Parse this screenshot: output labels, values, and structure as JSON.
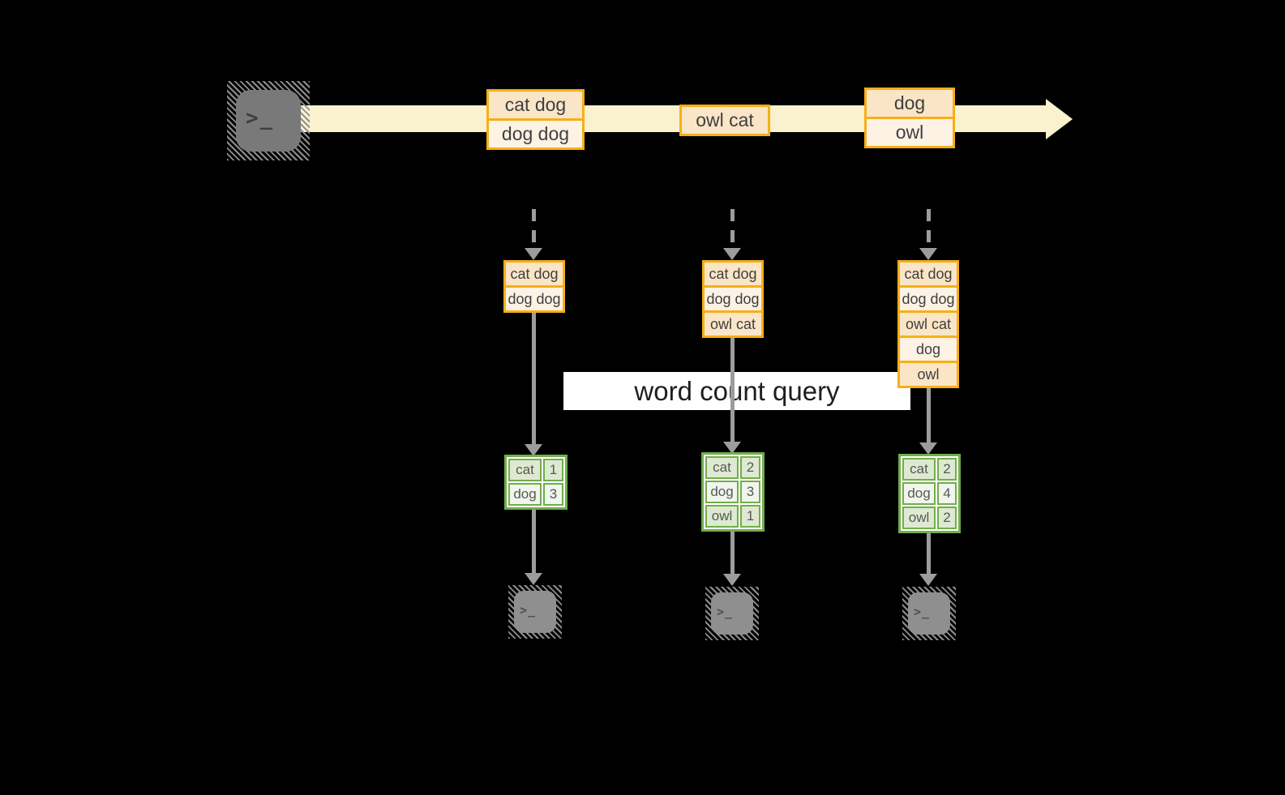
{
  "query_label": "word count query",
  "icons": {
    "source": "terminal-icon",
    "sinks": [
      "terminal-icon",
      "terminal-icon",
      "terminal-icon"
    ],
    "prompt_glyph": ">_"
  },
  "stream": {
    "batches": [
      {
        "items": [
          "cat dog",
          "dog dog"
        ]
      },
      {
        "items": [
          "owl cat"
        ]
      },
      {
        "items": [
          "dog",
          "owl"
        ]
      }
    ]
  },
  "columns": [
    {
      "stack": [
        "cat dog",
        "dog dog"
      ],
      "counts": [
        {
          "word": "cat",
          "count": 1
        },
        {
          "word": "dog",
          "count": 3
        }
      ]
    },
    {
      "stack": [
        "cat dog",
        "dog dog",
        "owl cat"
      ],
      "counts": [
        {
          "word": "cat",
          "count": 2
        },
        {
          "word": "dog",
          "count": 3
        },
        {
          "word": "owl",
          "count": 1
        }
      ]
    },
    {
      "stack": [
        "cat dog",
        "dog dog",
        "owl cat",
        "dog",
        "owl"
      ],
      "counts": [
        {
          "word": "cat",
          "count": 2
        },
        {
          "word": "dog",
          "count": 4
        },
        {
          "word": "owl",
          "count": 2
        }
      ]
    }
  ],
  "colors": {
    "background": "#000000",
    "stream_band": "#FAF1CE",
    "record_border": "#F5AF18",
    "record_fill_dark": "#FBE5C7",
    "record_fill_light": "#FDF2E4",
    "table_border": "#72AD4B",
    "table_fill_dark": "#DDEAD1",
    "table_fill_light": "#F1F6ED",
    "arrow_gray": "#9C9C9C",
    "terminal_source_gray": "#797979",
    "terminal_sink_gray": "#8F8F8F"
  }
}
